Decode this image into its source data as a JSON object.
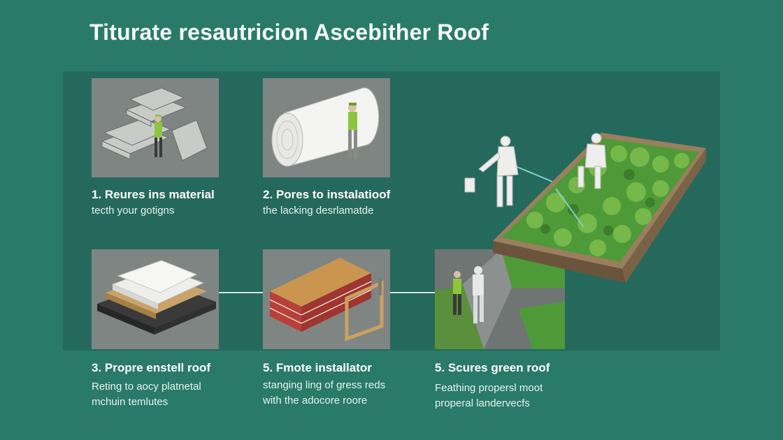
{
  "title": "Titurate resautricion Ascebither Roof",
  "steps": [
    {
      "title": "1. Reures ins material",
      "desc": [
        "tecth your gotigns"
      ]
    },
    {
      "title": "2. Pores to instalatioof",
      "desc": [
        "the lacking desrlamatde"
      ]
    },
    {
      "title": "3. Propre enstell roof",
      "desc": [
        "Reting to aocy platnetal",
        "mchuin temlutes"
      ]
    },
    {
      "title": "5. Fmote installator",
      "desc": [
        "stanging ling of gress reds",
        "with the adocore roore"
      ]
    },
    {
      "title": "5. Scures green roof",
      "desc": [
        "Feathing propersl moot",
        "properal landervecfs"
      ]
    }
  ],
  "colors": {
    "background": "#2a7a6a",
    "panel": "#25695d",
    "tile": "#7f8583",
    "worker_vest": "#8cc63f",
    "foliage": "#4f9a38"
  },
  "icons": [
    "insulation-boards-icon",
    "insulation-roll-icon",
    "roof-layers-icon",
    "brick-wall-icon",
    "green-roof-workers-icon",
    "worker-icon"
  ]
}
